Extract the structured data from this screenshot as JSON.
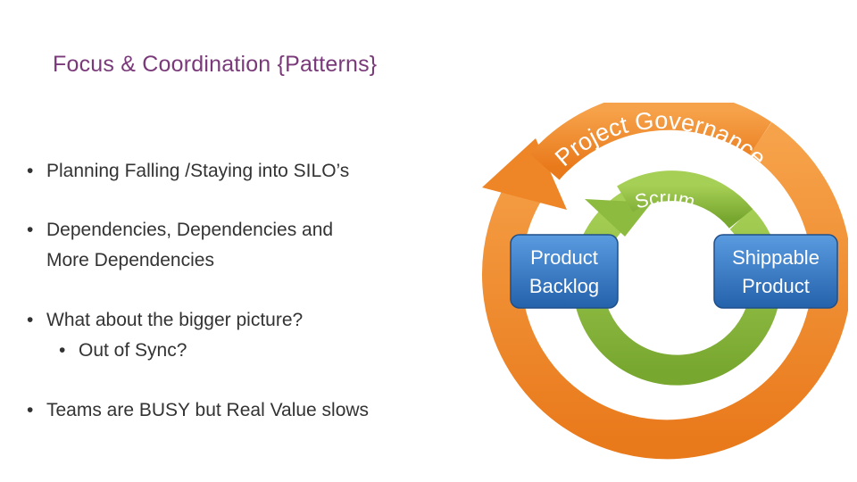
{
  "slide": {
    "title": "Focus & Coordination {Patterns}"
  },
  "bullets": [
    {
      "marker": "•",
      "text": "Planning Falling /Staying into SILO’s"
    },
    {
      "marker": "•",
      "text": "Dependencies, Dependencies and",
      "text2": "More Dependencies"
    },
    {
      "marker": "•",
      "text": "What about the bigger picture?"
    },
    {
      "marker": "•",
      "text": "Out of Sync?"
    },
    {
      "marker": "•",
      "text": "Teams are BUSY but Real Value slows"
    }
  ],
  "diagram": {
    "outer_cycle_label": "Project Governance",
    "inner_cycle_label": "Scrum",
    "left_box_line1": "Product",
    "left_box_line2": "Backlog",
    "right_box_line1": "Shippable",
    "right_box_line2": "Product",
    "colors": {
      "outer_ring": "#f08a2c",
      "inner_ring": "#8dbb3f",
      "box": "#3a7dc6",
      "title": "#7a3a7a",
      "text": "#333333"
    }
  }
}
